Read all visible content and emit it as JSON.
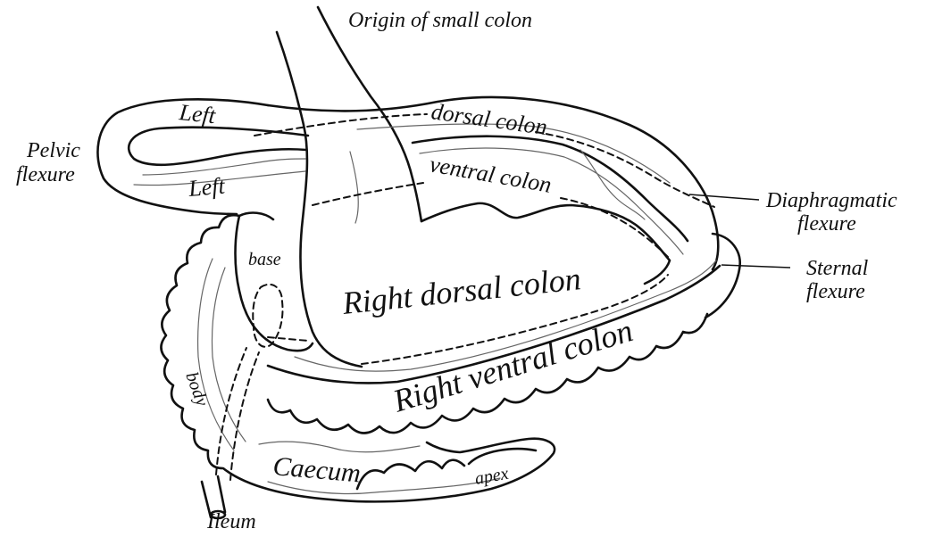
{
  "diagram": {
    "labels": {
      "origin_small_colon": "Origin of small colon",
      "pelvic_flexure_line1": "Pelvic",
      "pelvic_flexure_line2": "flexure",
      "left_dorsal_left": "Left",
      "left_dorsal_colon": "dorsal colon",
      "left_ventral_left": "Left",
      "left_ventral_colon": "ventral colon",
      "diaphragmatic_line1": "Diaphragmatic",
      "diaphragmatic_line2": "flexure",
      "sternal_line1": "Sternal",
      "sternal_line2": "flexure",
      "base": "base",
      "right_dorsal_colon": "Right dorsal colon",
      "right_ventral_colon": "Right ventral colon",
      "body": "body",
      "caecum": "Caecum",
      "apex": "apex",
      "ileum": "Ileum"
    },
    "colors": {
      "ink": "#111111",
      "background": "#ffffff"
    }
  }
}
